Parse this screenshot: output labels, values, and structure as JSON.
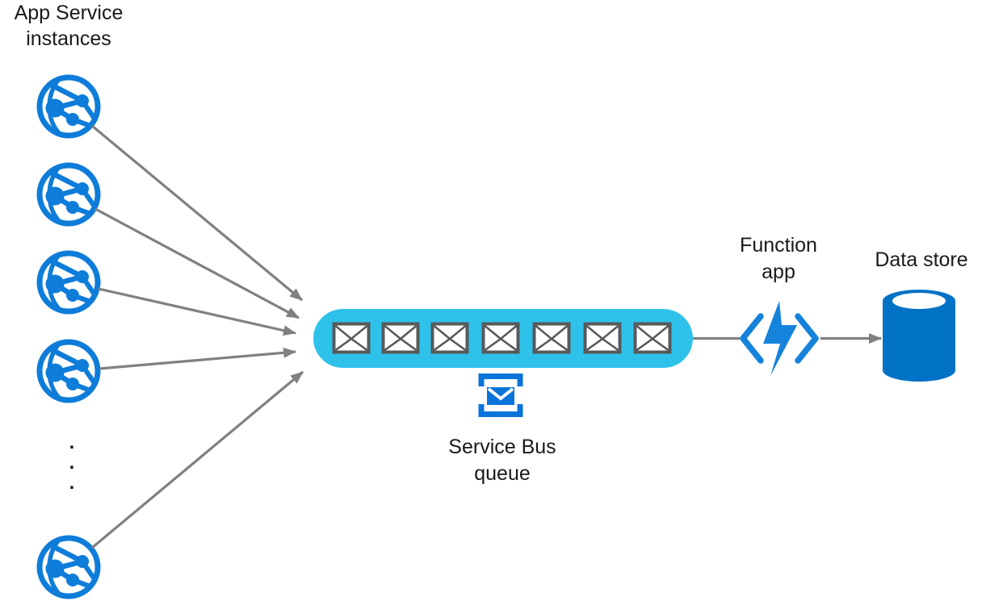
{
  "diagram": {
    "type": "azure-architecture-diagram",
    "labels": {
      "app_service": {
        "line1": "App Service",
        "line2": "instances"
      },
      "service_bus": {
        "line1": "Service Bus",
        "line2": "queue"
      },
      "function_app": {
        "line1": "Function",
        "line2": "app"
      },
      "data_store": {
        "line1": "Data store"
      }
    },
    "ellipsis": [
      ".",
      ".",
      "."
    ],
    "counts": {
      "app_service_instances_shown": 5,
      "queue_messages_shown": 7
    },
    "icons": {
      "app_service": "app-service-globe-icon",
      "queue_message": "envelope-icon",
      "service_bus": "service-bus-envelope-icon",
      "function_app": "lightning-bolt-code-brackets-icon",
      "data_store": "database-cylinder-icon"
    },
    "colors": {
      "app_service_blue": "#0E7CD9",
      "function_blue": "#1583DB",
      "service_bus_blue": "#0A74D8",
      "data_store_blue": "#0072C6",
      "queue_cyan": "#2EC2EA",
      "arrow_gray": "#808080",
      "envelope_border_gray": "#58595B",
      "text_color": "#1A1A1A"
    }
  }
}
